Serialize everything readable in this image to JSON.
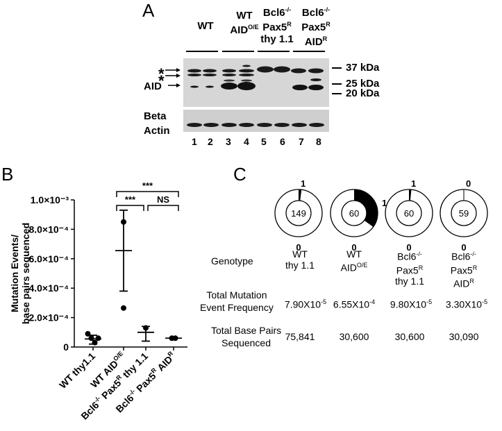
{
  "panels": {
    "a": "A",
    "b": "B",
    "c": "C"
  },
  "panel_a": {
    "groups": [
      {
        "lines": [
          "WT"
        ]
      },
      {
        "lines": [
          "WT",
          "AID"
        ],
        "sup": "O/E"
      },
      {
        "lines": [
          "Bcl6",
          "Pax5",
          "thy 1.1"
        ],
        "sups": [
          "-/-",
          "R",
          ""
        ]
      },
      {
        "lines": [
          "Bcl6",
          "Pax5",
          "AID"
        ],
        "sups": [
          "-/-",
          "R",
          "R"
        ]
      }
    ],
    "kda_labels": [
      "37 kDa",
      "25 kDa",
      "20 kDa"
    ],
    "band_labels": {
      "star1": "*",
      "star2": "*",
      "aid": "AID"
    },
    "actin_label": [
      "Beta",
      "Actin"
    ],
    "lanes": [
      "1",
      "2",
      "3",
      "4",
      "5",
      "6",
      "7",
      "8"
    ]
  },
  "chart_data": {
    "type": "scatter",
    "ylabel": "Mutation Events/ base pairs sequenced",
    "ylim": [
      0,
      0.001
    ],
    "yticks": [
      "0",
      "2.0×10⁻⁴",
      "4.0×10⁻⁴",
      "6.0×10⁻⁴",
      "8.0×10⁻⁴",
      "1.0×10⁻³"
    ],
    "ytick_values": [
      0,
      0.0002,
      0.0004,
      0.0006,
      0.0008,
      0.001
    ],
    "categories": [
      "WT thy1.1",
      "WT AID O/E",
      "Bcl6-/- Pax5R thy 1.1",
      "Bcl6-/- Pax5R AIDR"
    ],
    "points": [
      [
        9e-05,
        6e-05,
        3e-05,
        6e-05
      ],
      [
        0.00085,
        0.000265
      ],
      [
        0.00013
      ],
      [
        6e-05,
        6e-05
      ]
    ],
    "means": [
      5.5e-05,
      0.000655,
      0.0001,
      6e-05
    ],
    "errors": [
      [
        2e-05,
        8e-05
      ],
      [
        0.00038,
        0.00093
      ],
      [
        4e-05,
        0.00014
      ],
      [
        6e-05,
        6e-05
      ]
    ],
    "significance": [
      {
        "pair": [
          1,
          2
        ],
        "label": "***"
      },
      {
        "pair": [
          2,
          3
        ],
        "label": "NS"
      },
      {
        "pair": [
          1,
          3
        ],
        "label": "***"
      }
    ]
  },
  "panel_c": {
    "pies": [
      {
        "center": "149",
        "top": "1",
        "bottom": "0",
        "fraction": 0.0067,
        "label_right": false
      },
      {
        "center": "60",
        "top": "",
        "right": "1",
        "bottom": "0",
        "fraction": 0.35,
        "label_right": true
      },
      {
        "center": "60",
        "top": "1",
        "bottom": "0",
        "fraction": 0.0164,
        "label_right": false
      },
      {
        "center": "59",
        "top": "0",
        "bottom": "0",
        "fraction": 0.0,
        "label_right": false
      }
    ],
    "row_labels": {
      "genotype": "Genotype",
      "frequency": [
        "Total Mutation",
        "Event Frequency"
      ],
      "base_pairs": [
        "Total Base Pairs",
        "Sequenced"
      ]
    },
    "frequencies": [
      {
        "base": "7.90X10",
        "exp": "-5"
      },
      {
        "base": "6.55X10",
        "exp": "-4"
      },
      {
        "base": "9.80X10",
        "exp": "-5"
      },
      {
        "base": "3.30X10",
        "exp": "-5"
      }
    ],
    "base_pairs": [
      "75,841",
      "30,600",
      "30,600",
      "30,090"
    ]
  }
}
